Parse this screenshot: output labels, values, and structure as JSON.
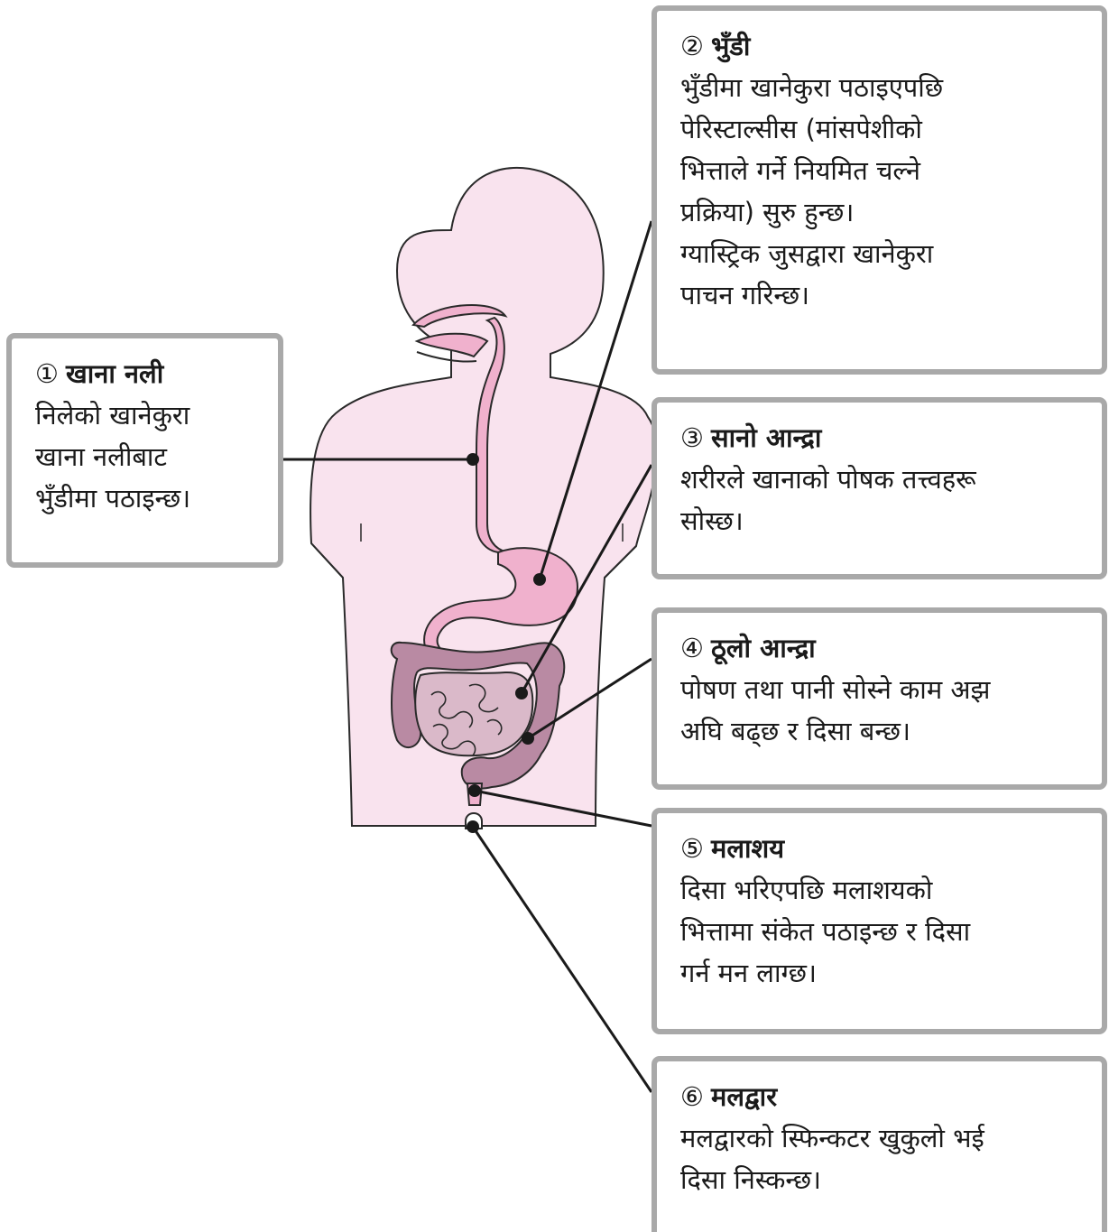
{
  "labels": [
    {
      "num": "①",
      "title": "खाना नली",
      "body": "निलेको खानेकुरा\nखाना नलीबाट\nभुँडीमा पठाइन्छ।"
    },
    {
      "num": "②",
      "title": "भुँडी",
      "body": "भुँडीमा खानेकुरा पठाइएपछि\nपेरिस्टाल्सीस (मांसपेशीको\nभित्ताले गर्ने नियमित चल्ने\nप्रक्रिया) सुरु हुन्छ।\nग्यास्ट्रिक जुसद्वारा खानेकुरा\nपाचन गरिन्छ।"
    },
    {
      "num": "③",
      "title": "सानो आन्द्रा",
      "body": "शरीरले खानाको पोषक तत्त्वहरू\nसोस्छ।"
    },
    {
      "num": "④",
      "title": "ठूलो आन्द्रा",
      "body": "पोषण तथा पानी सोस्ने काम अझ\nअघि बढ्छ र दिसा बन्छ।"
    },
    {
      "num": "⑤",
      "title": "मलाशय",
      "body": "दिसा भरिएपछि मलाशयको\nभित्तामा संकेत पठाइन्छ र दिसा\nगर्न मन लाग्छ।"
    },
    {
      "num": "⑥",
      "title": "मलद्वार",
      "body": "मलद्वारको स्फिन्कटर खुकुलो भई\nदिसा निस्कन्छ।"
    }
  ],
  "colors": {
    "body_fill": "#f9e3ee",
    "organ_fill": "#f0b1cd",
    "colon_fill": "#b98aa3",
    "intestine_fill": "#dab9c9",
    "outline": "#2a2a2a",
    "box_border": "#a9a9a9"
  }
}
